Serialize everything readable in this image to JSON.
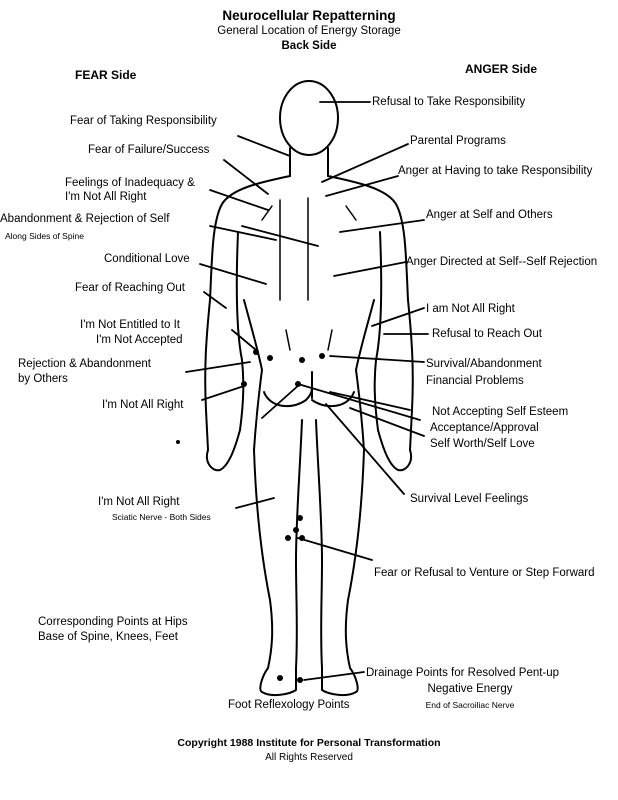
{
  "title": "Neurocellular  Repatterning",
  "subtitle": "General Location of Energy Storage",
  "view": "Back Side",
  "fear_side": "FEAR Side",
  "anger_side": "ANGER Side",
  "labels": {
    "l1": "Fear of Taking Responsibility",
    "l2": "Fear of Failure/Success",
    "l3a": "Feelings of Inadequacy &",
    "l3b": "I'm Not All Right",
    "l4": "Abandonment & Rejection of Self",
    "l4s": "Along Sides of Spine",
    "l5": "Conditional Love",
    "l6": "Fear of Reaching Out",
    "l7a": "I'm Not Entitled to It",
    "l7b": "I'm Not Accepted",
    "l8a": "Rejection & Abandonment",
    "l8b": "by Others",
    "l9": "I'm Not All Right",
    "l10": "I'm Not All Right",
    "l10s": "Sciatic Nerve - Both Sides",
    "l11a": "Corresponding Points at Hips",
    "l11b": "Base of Spine, Knees, Feet",
    "l12": "Foot Reflexology Points",
    "r1": "Refusal to Take Responsibility",
    "r2": "Parental Programs",
    "r3": "Anger at Having to take Responsibility",
    "r4": "Anger at Self and Others",
    "r5": "Anger Directed at Self--Self Rejection",
    "r6": "I am Not All Right",
    "r7": "Refusal to Reach Out",
    "r8a": "Survival/Abandonment",
    "r8b": "Financial Problems",
    "r9a": "Not Accepting Self Esteem",
    "r9b": "Acceptance/Approval",
    "r9c": "Self Worth/Self Love",
    "r10": "Survival Level Feelings",
    "r11": "Fear or Refusal to Venture or Step Forward",
    "r12a": "Drainage Points for Resolved Pent-up",
    "r12b": "Negative Energy",
    "r12s": "End of Sacroiliac Nerve"
  },
  "footer": {
    "copyright": "Copyright 1988  Institute for Personal Transformation",
    "rights": "All Rights Reserved"
  }
}
